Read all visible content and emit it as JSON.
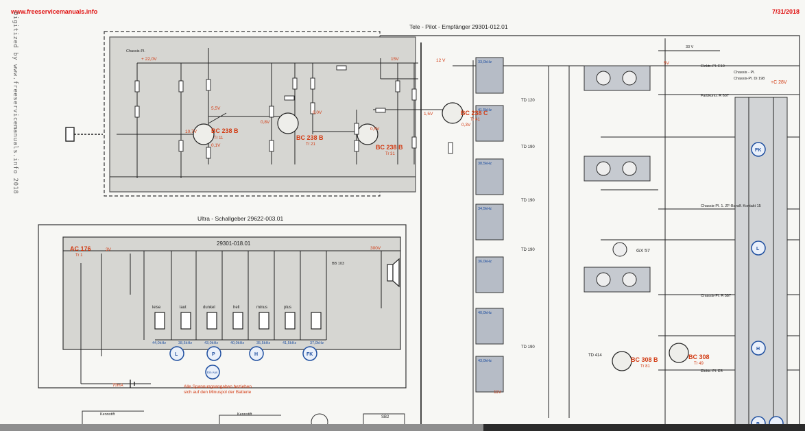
{
  "header": {
    "site": "www.freeservicemanuals.info",
    "date": "7/31/2018"
  },
  "side_text": "Digitized by www.freeservicemanuals.info 2018",
  "titles": {
    "receiver": "Tele - Pilot - Empfänger 29301-012.01",
    "transmitter": "Ultra - Schallgeber 29622-003.01",
    "board": "29301-018.01"
  },
  "transistors": {
    "t11": "BC 238 B",
    "t11_ref": "Tr 11",
    "t21": "BC 238 B",
    "t21_ref": "Tr 21",
    "t31": "BC 238 B",
    "t31_ref": "Tr 31",
    "t41": "BC 238 C",
    "t41_ref": "Tr 41",
    "t81": "BC 308 B",
    "t81_ref": "Tr 81",
    "t49": "BC 308",
    "t49_ref": "Tr 49",
    "t1": "AC 176",
    "t1_ref": "Tr 1"
  },
  "voltages": {
    "v22": "+ 22,0V",
    "v10_7": "10,7V",
    "v5_5": "5,5V",
    "v0_8": "0,8V",
    "v0_1": "0,1V",
    "v6_0": "6,0V",
    "v0_5": "0,5V",
    "v15": "15V",
    "v1_5": "1,5V",
    "v12": "12 V",
    "v0_3": "0,3V",
    "v5": "5V",
    "v28": "+C 28V",
    "v3": "3V",
    "v300": "300V",
    "v11": "11V"
  },
  "freqs": {
    "d": "33,0kHz",
    "e": "41,5kHz",
    "p": "38,5kHz",
    "f": "34,5kHz",
    "c": "36,0kHz",
    "l": "40,0kHz",
    "g": "43,0kHz",
    "tx_leise": "44,0kHz",
    "tx_laut": "38,5kHz",
    "tx_dunkel": "43,0kHz",
    "tx_hell": "40,0kHz",
    "tx_minus": "35,5kHz",
    "tx_plus": "41,5kHz",
    "tx_fk": "37,0kHz"
  },
  "switches": [
    "leise",
    "laut",
    "dunkel",
    "hell",
    "minus",
    "plus"
  ],
  "circles": {
    "fk": "FK",
    "l": "L",
    "h": "H",
    "p": "P",
    "ein": "Ein Aus",
    "tx_l": "L",
    "tx_p": "P",
    "tx_h": "H",
    "tx_fk": "FK"
  },
  "outputs": {
    "o1": "Elektr.-Pl. E10",
    "o2": "Farbkontr. R 607",
    "o3": "Chassis-Pl. Di 198",
    "o4": "Chassis-Pl. 1. ZF-Bandf. Kontakt 15",
    "o5": "Chassis-Pl. R 387",
    "o6": "Elektr.-Pl. E5"
  },
  "diodes": {
    "td120": "TD 120",
    "td190a": "TD 190",
    "td190b": "TD 190",
    "td190c": "TD 190",
    "td190d": "TD 190",
    "gx57": "GX 57",
    "td414": "TD 414",
    "d1": "33 V",
    "d2": "BB 103"
  },
  "note": {
    "line1": "Alle Spannungsangaben beziehen",
    "line2": "sich auf den Minuspol der Batterie"
  },
  "misc": {
    "battery": "70mA",
    "kontakt1": "Kennstift",
    "kontakt2": "Kennstift",
    "chassis": "Chassis-Pl.",
    "chassis2": "Chassis - Pl.",
    "sb2": "SB2"
  }
}
